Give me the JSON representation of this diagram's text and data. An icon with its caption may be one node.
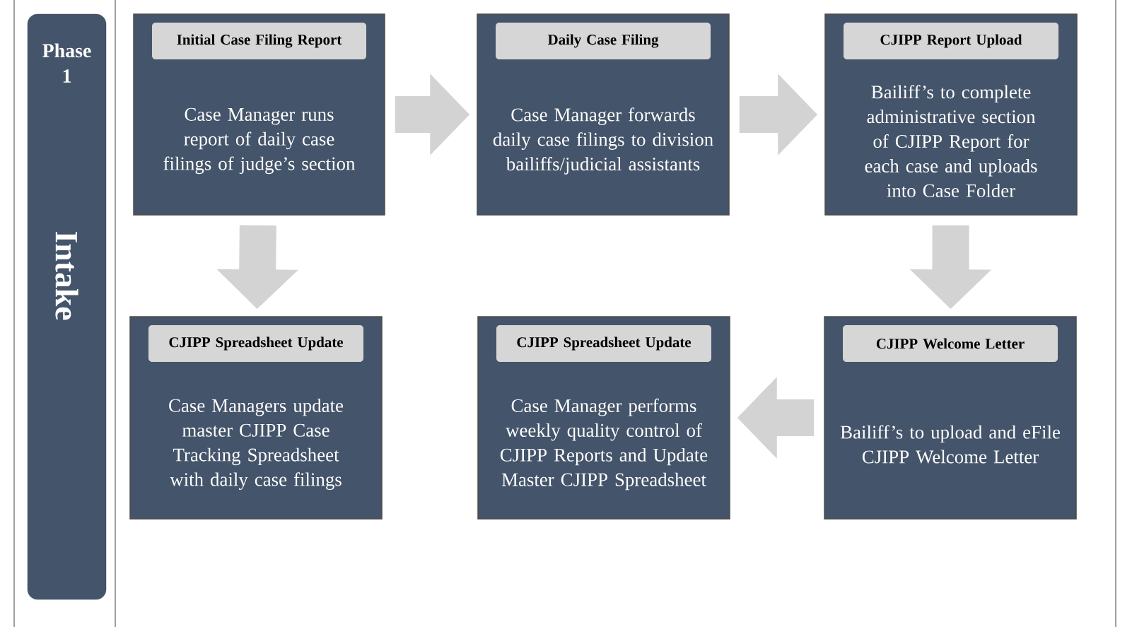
{
  "diagram": {
    "nodes": [
      {
        "text": [
          "Phase 1",
          "Intake"
        ]
      },
      {
        "text": [
          "Initial Case Filing Report",
          "Case Manager runs report of daily case filings of judge’s section"
        ]
      },
      {
        "text": [
          "Daily Case Filing",
          "Case Manager forwards daily case filings to division bailiffs/judicial assistants"
        ]
      },
      {
        "text": [
          "CJIPP Report Upload",
          "Bailiff’s to complete administrative section of CJIPP Report for each case and uploads into Case Folder"
        ]
      },
      {
        "text": [
          "CJIPP Spreadsheet Update",
          "Case Managers update master CJIPP Case Tracking Spreadsheet with daily case filings"
        ]
      },
      {
        "text": [
          "CJIPP Spreadsheet Update",
          "Case Manager performs weekly quality control of CJIPP Reports and Update Master CJIPP Spreadsheet"
        ]
      },
      {
        "text": [
          "CJIPP Welcome Letter",
          "Bailiff’s to upload and eFile CJIPP Welcome Letter"
        ]
      }
    ],
    "edges": [
      {
        "from": 1,
        "to": 2,
        "arrow": "to"
      },
      {
        "from": 2,
        "to": 3,
        "arrow": "to"
      },
      {
        "from": 1,
        "to": 4,
        "arrow": "to"
      },
      {
        "from": 3,
        "to": 6,
        "arrow": "to"
      },
      {
        "from": 6,
        "to": 5,
        "arrow": "to"
      }
    ]
  }
}
